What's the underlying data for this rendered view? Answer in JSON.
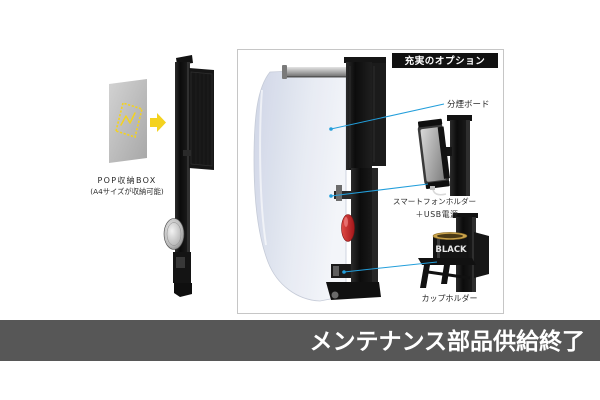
{
  "pop_box": {
    "label": "POP収納BOX",
    "capacity_note": "(A4サイズが収納可能)"
  },
  "options": {
    "heading": "充実のオプション",
    "partition_board": {
      "label": "分煙ボード"
    },
    "smartphone_holder": {
      "label": "スマートフォンホルダー",
      "sub_label": "＋USB電源"
    },
    "cup_holder": {
      "label": "カップホルダー",
      "cup_print": "BLACK"
    }
  },
  "banner": {
    "text": "メンテナンス部品供給終了"
  },
  "icons": {
    "pop_box_arrow": "arrow-right-icon"
  },
  "colors": {
    "callout_line": "#229edb",
    "arrow": "#f4d21f",
    "heading_bg": "#111111",
    "banner_bg": "#575757",
    "banner_text": "#ffffff"
  }
}
